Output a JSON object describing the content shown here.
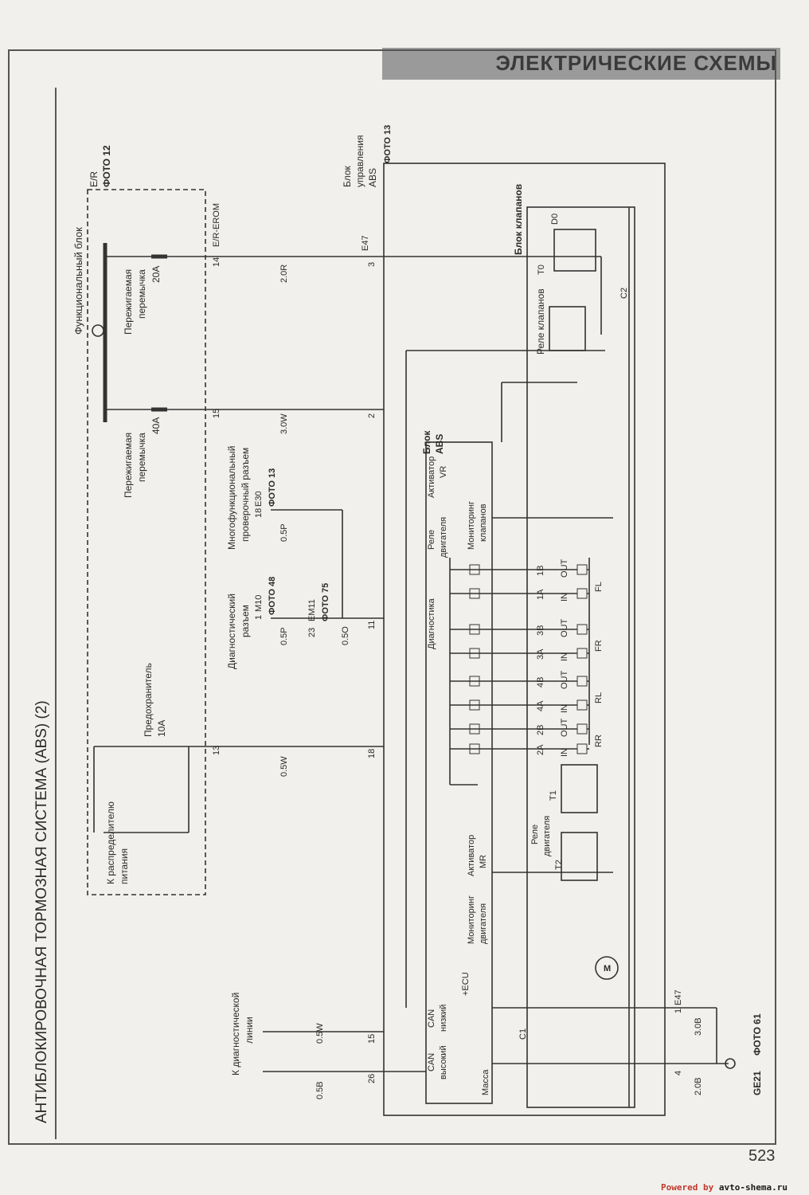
{
  "header": {
    "section_title": "ЭЛЕКТРИЧЕСКИЕ СХЕМЫ",
    "page_number": "523"
  },
  "footer": {
    "powered_by": "Powered by",
    "site": "avto-shema.ru"
  },
  "diagram": {
    "title": "АНТИБЛОКИРОВОЧНАЯ ТОРМОЗНАЯ СИСТЕМА (ABS) (2)",
    "function_block": {
      "name": "Функциональный блок",
      "code": "E/R",
      "photo": "ФОТО 12"
    },
    "fuse_40a": {
      "line1": "Пережигаемая",
      "line2": "перемычка",
      "rating": "40A"
    },
    "fuse_20a": {
      "line1": "Пережигаемая",
      "line2": "перемычка",
      "rating": "20A"
    },
    "fuse_10a": {
      "name": "Предохранитель",
      "rating": "10A"
    },
    "power_distributor": {
      "line1": "К распределителю",
      "line2": "питания"
    },
    "connector_erom": {
      "code": "E/R-EROM"
    },
    "pins_top": {
      "p13": "13",
      "p15": "15",
      "p14": "14"
    },
    "diag_connector": {
      "line1": "Диагностический",
      "line2": "разъем",
      "pin": "1",
      "code": "M10",
      "photo": "ФОТО 48"
    },
    "multi_connector": {
      "line1": "Многофункциональный",
      "line2": "проверочный разъем",
      "pin": "18",
      "code": "E30",
      "photo": "ФОТО 13"
    },
    "em11": {
      "pin": "23",
      "code": "EM11",
      "photo": "ФОТО 75"
    },
    "wires": {
      "w05w_a": "0.5W",
      "w05p_a": "0.5P",
      "w05o": "0.5O",
      "w05p_b": "0.5P",
      "w30w": "3.0W",
      "w20r": "2.0R",
      "w05b": "0.5B",
      "w05w_b": "0.5W",
      "w30b": "3.0B",
      "w20b": "2.0B"
    },
    "diag_lines": {
      "line1": "К диагностической",
      "line2": "линии"
    },
    "abs_control": {
      "line1": "Блок",
      "line2": "управления",
      "line3": "ABS",
      "code": "E47",
      "photo": "ФОТО 13"
    },
    "pins_mid": {
      "p26": "26",
      "p15": "15",
      "p18": "18",
      "p11": "11",
      "p2": "2",
      "p3": "3"
    },
    "abs_block": {
      "line1": "Блок",
      "line2": "ABS"
    },
    "inner_labels": {
      "mass": "Масса",
      "can_high_1": "CAN",
      "can_high_2": "высокий",
      "can_low_1": "CAN",
      "can_low_2": "низкий",
      "ecu": "+ECU",
      "motor_mon_1": "Мониторинг",
      "motor_mon_2": "двигателя",
      "actuator_mr_1": "Активатор",
      "actuator_mr_2": "MR",
      "diagnostics": "Диагностика",
      "relay_motor_1": "Реле",
      "relay_motor_2": "двигателя",
      "valve_mon_1": "Мониторинг",
      "valve_mon_2": "клапанов",
      "actuator_vr_1": "Активатор",
      "actuator_vr_2": "VR"
    },
    "valve_block": {
      "name": "Блок клапанов"
    },
    "valve_relay": {
      "line1": "Реле клапанов",
      "code": "T0"
    },
    "d0": "D0",
    "c1": "C1",
    "c2": "C2",
    "motor_relay": {
      "line1": "Реле",
      "line2": "двигателя",
      "t1": "T1",
      "t2": "T2"
    },
    "motor": "M",
    "valves": {
      "rr": "RR",
      "rl": "RL",
      "fr": "FR",
      "fl": "FL",
      "in": "IN",
      "out": "OUT",
      "n2a": "2A",
      "n2b": "2B",
      "n4a": "4A",
      "n4b": "4B",
      "n3a": "3A",
      "n3b": "3B",
      "n1a": "1A",
      "n1b": "1B"
    },
    "bottom_conn": {
      "code": "E47",
      "pin1": "1",
      "pin4": "4"
    },
    "ground": {
      "code": "GE21",
      "photo": "ФОТО 61"
    }
  }
}
